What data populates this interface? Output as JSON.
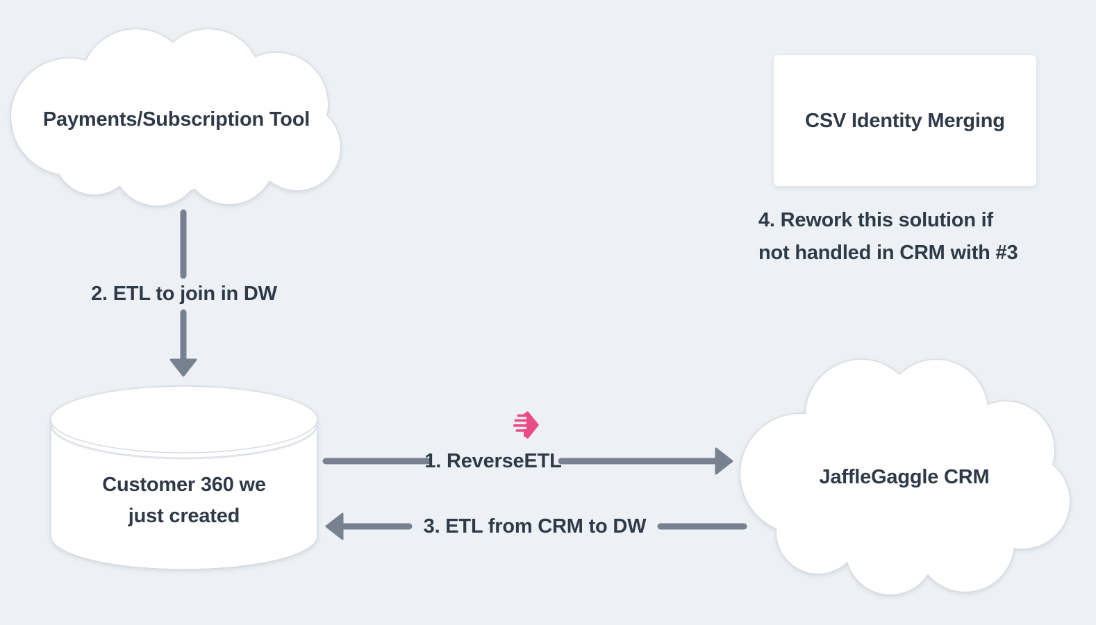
{
  "diagram": {
    "background_color": "#edf1f5",
    "text_color": "#2e3a48",
    "arrow_color": "#77818f",
    "node_fill": "#ffffff",
    "node_border": "#d7dbe1",
    "accent_pink": "#ea4c8a",
    "nodes": {
      "payments": {
        "shape": "cloud",
        "label": "Payments/Subscription Tool"
      },
      "csv": {
        "shape": "rounded-rectangle",
        "label": "CSV Identity Merging"
      },
      "customer_db": {
        "shape": "database-cylinder",
        "label_line1": "Customer 360 we",
        "label_line2": "just created"
      },
      "crm": {
        "shape": "cloud",
        "label": "JaffleGaggle CRM"
      }
    },
    "edges": {
      "step2": {
        "label": "2. ETL to join in DW",
        "from": "payments",
        "to": "customer_db",
        "direction": "down"
      },
      "step1": {
        "label": "1. ReverseETL",
        "from": "customer_db",
        "to": "crm",
        "direction": "right",
        "icon": "hightouch-logo"
      },
      "step3": {
        "label": "3. ETL from CRM to DW",
        "from": "crm",
        "to": "customer_db",
        "direction": "left"
      }
    },
    "notes": {
      "step4_line1": "4. Rework this solution if",
      "step4_line2": "not handled in CRM with #3"
    }
  }
}
